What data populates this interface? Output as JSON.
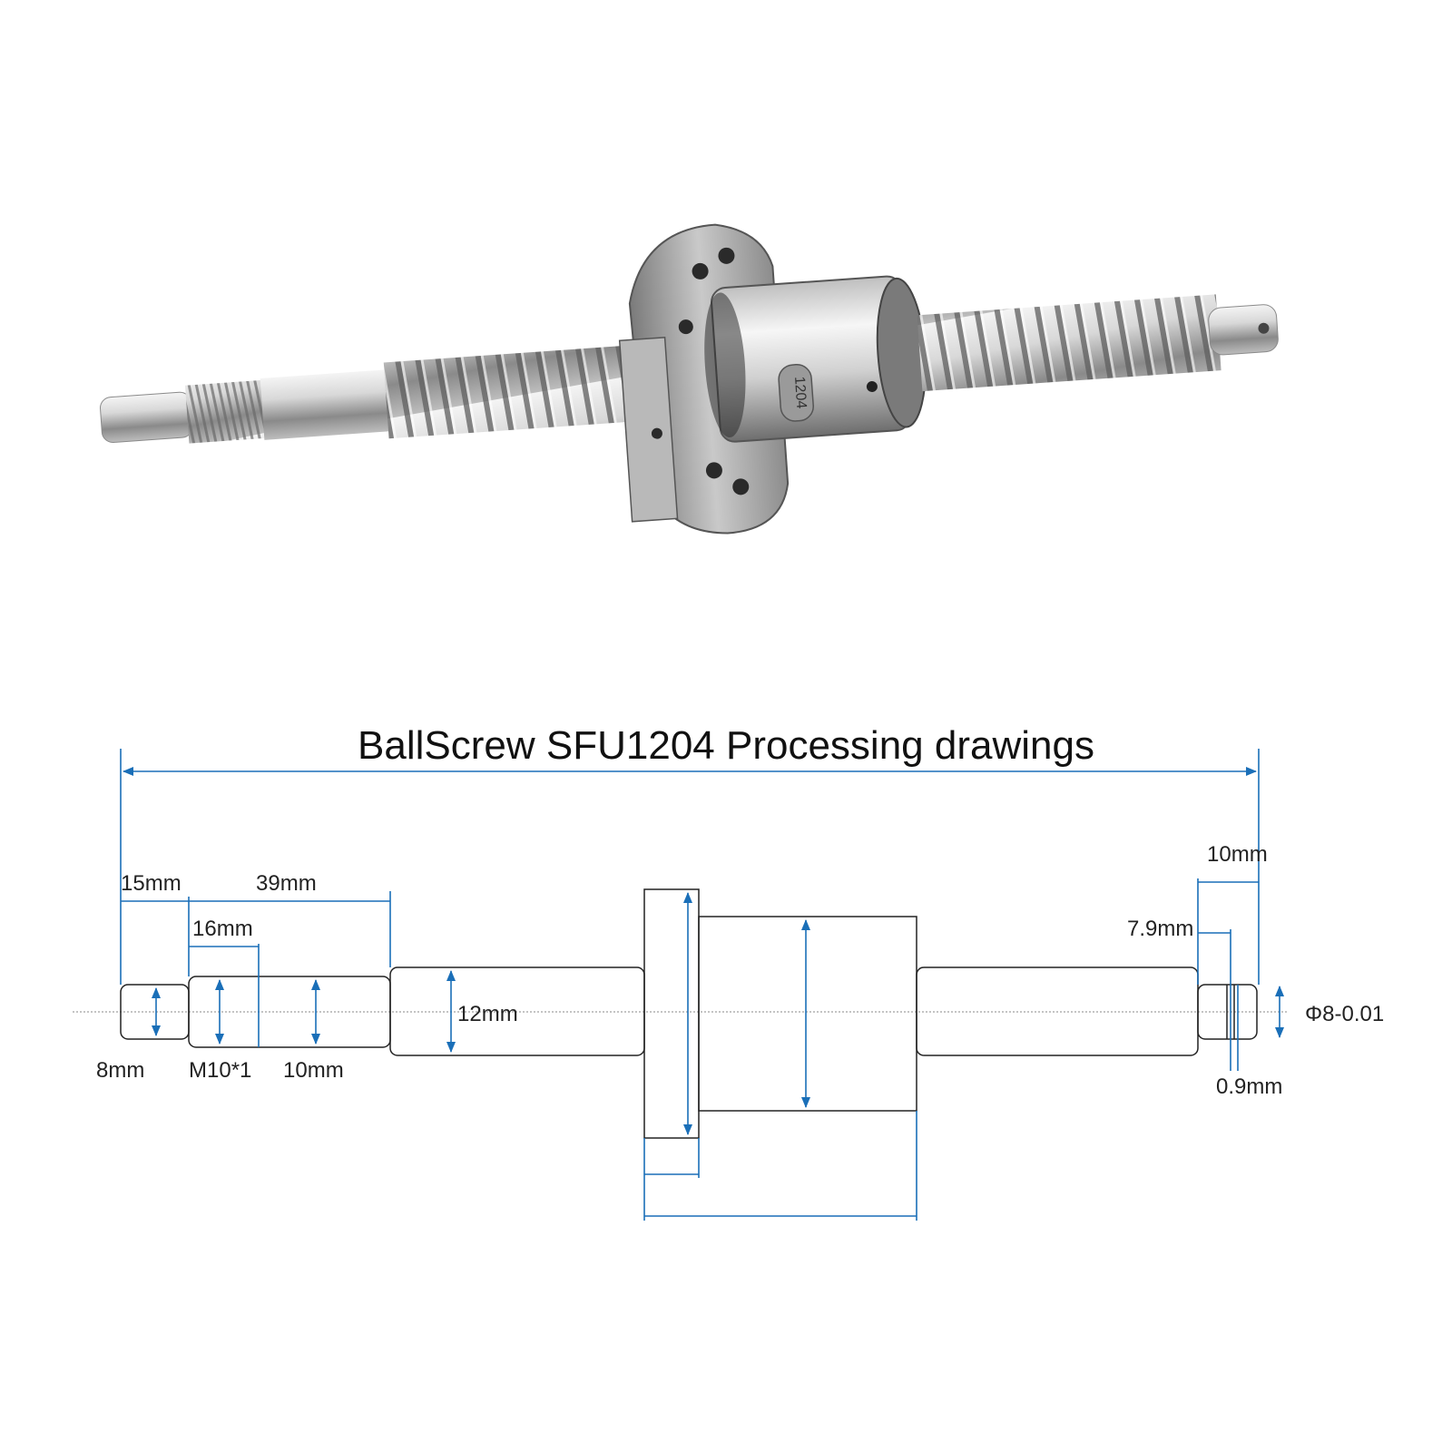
{
  "product": {
    "nut_marking": "1204"
  },
  "drawing": {
    "title": "BallScrew SFU1204 Processing drawings",
    "labels": {
      "len_15": "15mm",
      "len_39": "39mm",
      "len_16": "16mm",
      "dia_8": "8mm",
      "thread_m10": "M10*1",
      "dia_10": "10mm",
      "dia_12": "12mm",
      "len_10_right": "10mm",
      "len_7_9": "7.9mm",
      "groove_0_9": "0.9mm",
      "dia_8_tol": "Φ8-0.01"
    }
  },
  "colors": {
    "dimension": "#1a6fb8",
    "outline": "#222222",
    "steel_light": "#eeeeee",
    "steel_dark": "#6a6a6a"
  }
}
